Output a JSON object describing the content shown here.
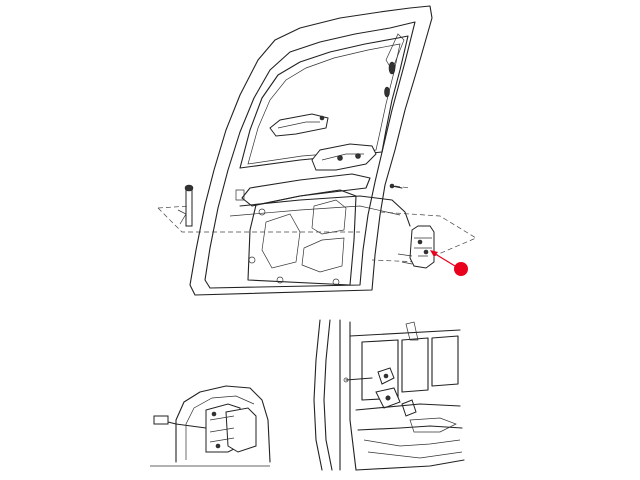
{
  "colors": {
    "line": "#222222",
    "background": "#ffffff",
    "callout": "#e8001c"
  },
  "figures": [
    {
      "id": "main-rear-door-view",
      "callout": true
    },
    {
      "id": "detail-inside-handle"
    },
    {
      "id": "detail-door-opening-latch"
    }
  ]
}
